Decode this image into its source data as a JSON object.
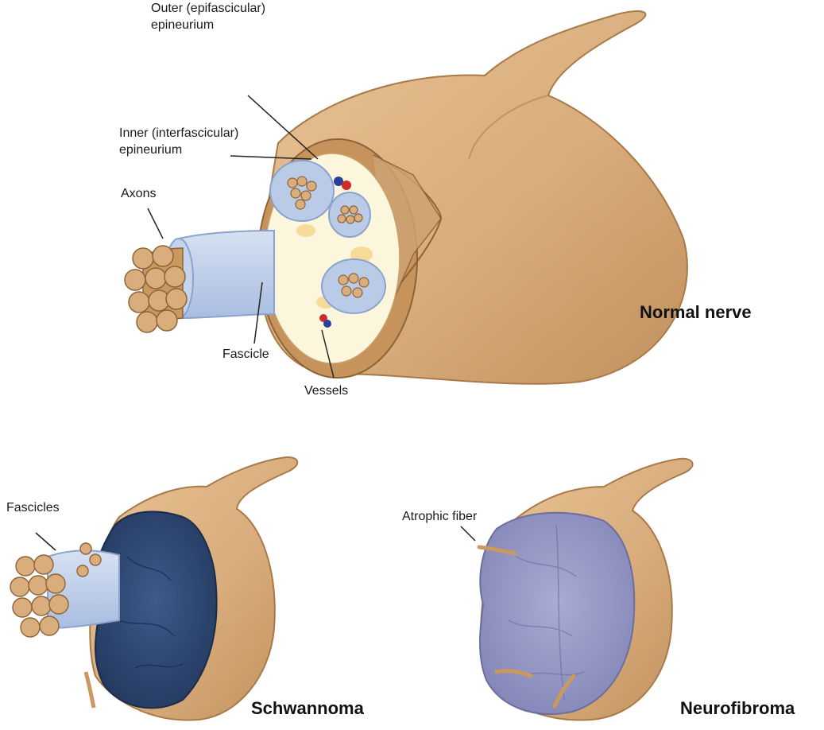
{
  "labels": {
    "outer_epineurium": [
      "Outer (epifascicular)",
      "epineurium"
    ],
    "inner_epineurium": [
      "Inner (interfascicular)",
      "epineurium"
    ],
    "axons": "Axons",
    "fascicle": "Fascicle",
    "vessels": "Vessels",
    "fascicles": "Fascicles",
    "atrophic_fiber": "Atrophic fiber"
  },
  "titles": {
    "normal": "Normal nerve",
    "schwannoma": "Schwannoma",
    "neurofibroma": "Neurofibroma"
  },
  "colors": {
    "nerve": "#d9ad7c",
    "nerve_dark": "#b98654",
    "fascicle_sheath": "#b9cbe6",
    "schwannoma": "#2f4770",
    "neurofibroma": "#9a9cc8",
    "vessel_red": "#cc2b2b",
    "vessel_blue": "#2a3f9a"
  }
}
